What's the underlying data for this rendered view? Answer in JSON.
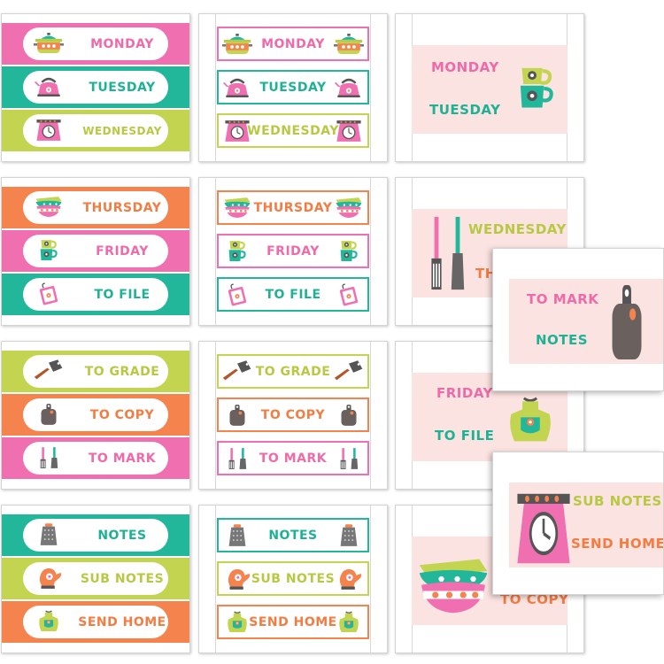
{
  "colors": {
    "pink": "#ef6fb0",
    "teal": "#22b79a",
    "lime": "#c3d451",
    "orange": "#f5834d",
    "card_bg": "#fbe3e1",
    "label_pink": "#ee6aa9",
    "label_teal": "#1fb194",
    "label_lime": "#b7c943",
    "label_orange": "#f37c42"
  },
  "labels": {
    "monday": "MONDAY",
    "tuesday": "TUESDAY",
    "wednesday": "WEDNESDAY",
    "thursday": "THURSDAY",
    "friday": "FRIDAY",
    "to_file": "TO FILE",
    "to_grade": "TO GRADE",
    "to_copy": "TO COPY",
    "to_mark": "TO MARK",
    "notes": "NOTES",
    "sub_notes": "SUB NOTES",
    "send_home": "SEND HOME",
    "partial_th": "TH",
    "partial_to": "TO"
  },
  "icons": [
    "pot-icon",
    "kettle-icon",
    "kitchen-scale-icon",
    "mixing-bowls-icon",
    "cups-icon",
    "potholder-icon",
    "cleaver-icon",
    "cutting-board-icon",
    "utensils-icon",
    "grater-icon",
    "oven-mitt-icon",
    "apron-icon"
  ]
}
